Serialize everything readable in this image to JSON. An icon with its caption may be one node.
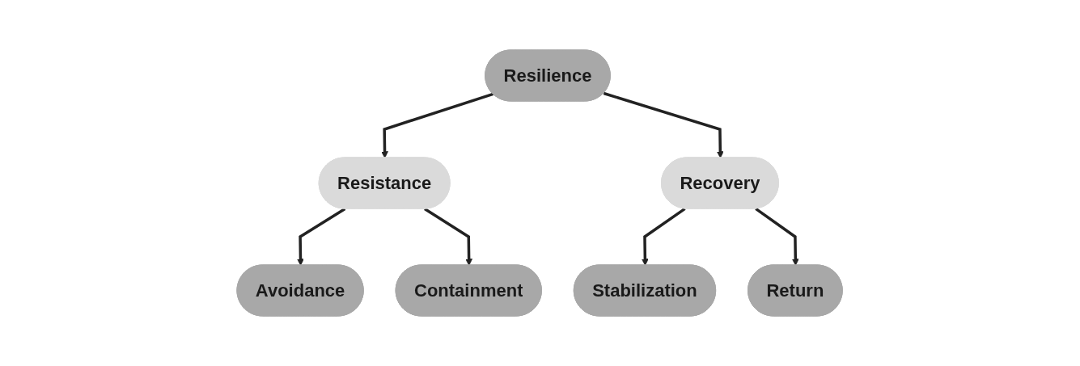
{
  "diagram": {
    "nodes": [
      {
        "text": [
          "Resilience"
        ]
      },
      {
        "text": [
          "Resistance"
        ]
      },
      {
        "text": [
          "Recovery"
        ]
      },
      {
        "text": [
          "Avoidance"
        ]
      },
      {
        "text": [
          "Containment"
        ]
      },
      {
        "text": [
          "Stabilization"
        ]
      },
      {
        "text": [
          "Return"
        ]
      }
    ],
    "edges": [
      {
        "from": 0,
        "to": 1,
        "arrow": "to"
      },
      {
        "from": 0,
        "to": 2,
        "arrow": "to"
      },
      {
        "from": 1,
        "to": 3,
        "arrow": "to"
      },
      {
        "from": 1,
        "to": 4,
        "arrow": "to"
      },
      {
        "from": 2,
        "to": 5,
        "arrow": "to"
      },
      {
        "from": 2,
        "to": 6,
        "arrow": "to"
      }
    ]
  }
}
